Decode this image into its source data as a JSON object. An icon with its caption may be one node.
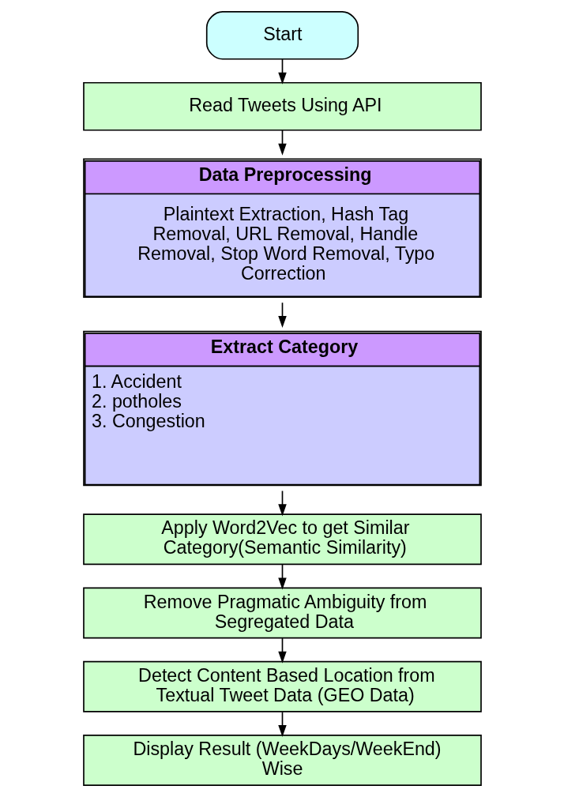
{
  "diagram": {
    "nodes": [
      {
        "text": [
          "Start"
        ]
      },
      {
        "text": [
          "Read Tweets Using API"
        ]
      },
      {
        "text": [
          "Data Preprocessing",
          "Plaintext Extraction, Hash Tag Removal, URL Removal, Handle Removal, Stop Word Removal, Typo Correction"
        ]
      },
      {
        "text": [
          "Extract Category",
          "1. Accident",
          "2. potholes",
          "3. Congestion"
        ]
      },
      {
        "text": [
          "Apply Word2Vec to get Similar Category(Semantic Similarity)"
        ]
      },
      {
        "text": [
          "Remove Pragmatic Ambiguity from Segregated Data"
        ]
      },
      {
        "text": [
          "Detect Content Based Location from Textual Tweet Data (GEO Data)"
        ]
      },
      {
        "text": [
          "Display Result (WeekDays/WeekEnd) Wise"
        ]
      }
    ],
    "edges": [
      {
        "from": 0,
        "to": 1,
        "arrow": "to"
      },
      {
        "from": 1,
        "to": 2,
        "arrow": "to"
      },
      {
        "from": 2,
        "to": 3,
        "arrow": "to"
      },
      {
        "from": 3,
        "to": 4,
        "arrow": "to"
      },
      {
        "from": 4,
        "to": 5,
        "arrow": "to"
      },
      {
        "from": 5,
        "to": 6,
        "arrow": "to"
      },
      {
        "from": 6,
        "to": 7,
        "arrow": "to"
      }
    ]
  }
}
